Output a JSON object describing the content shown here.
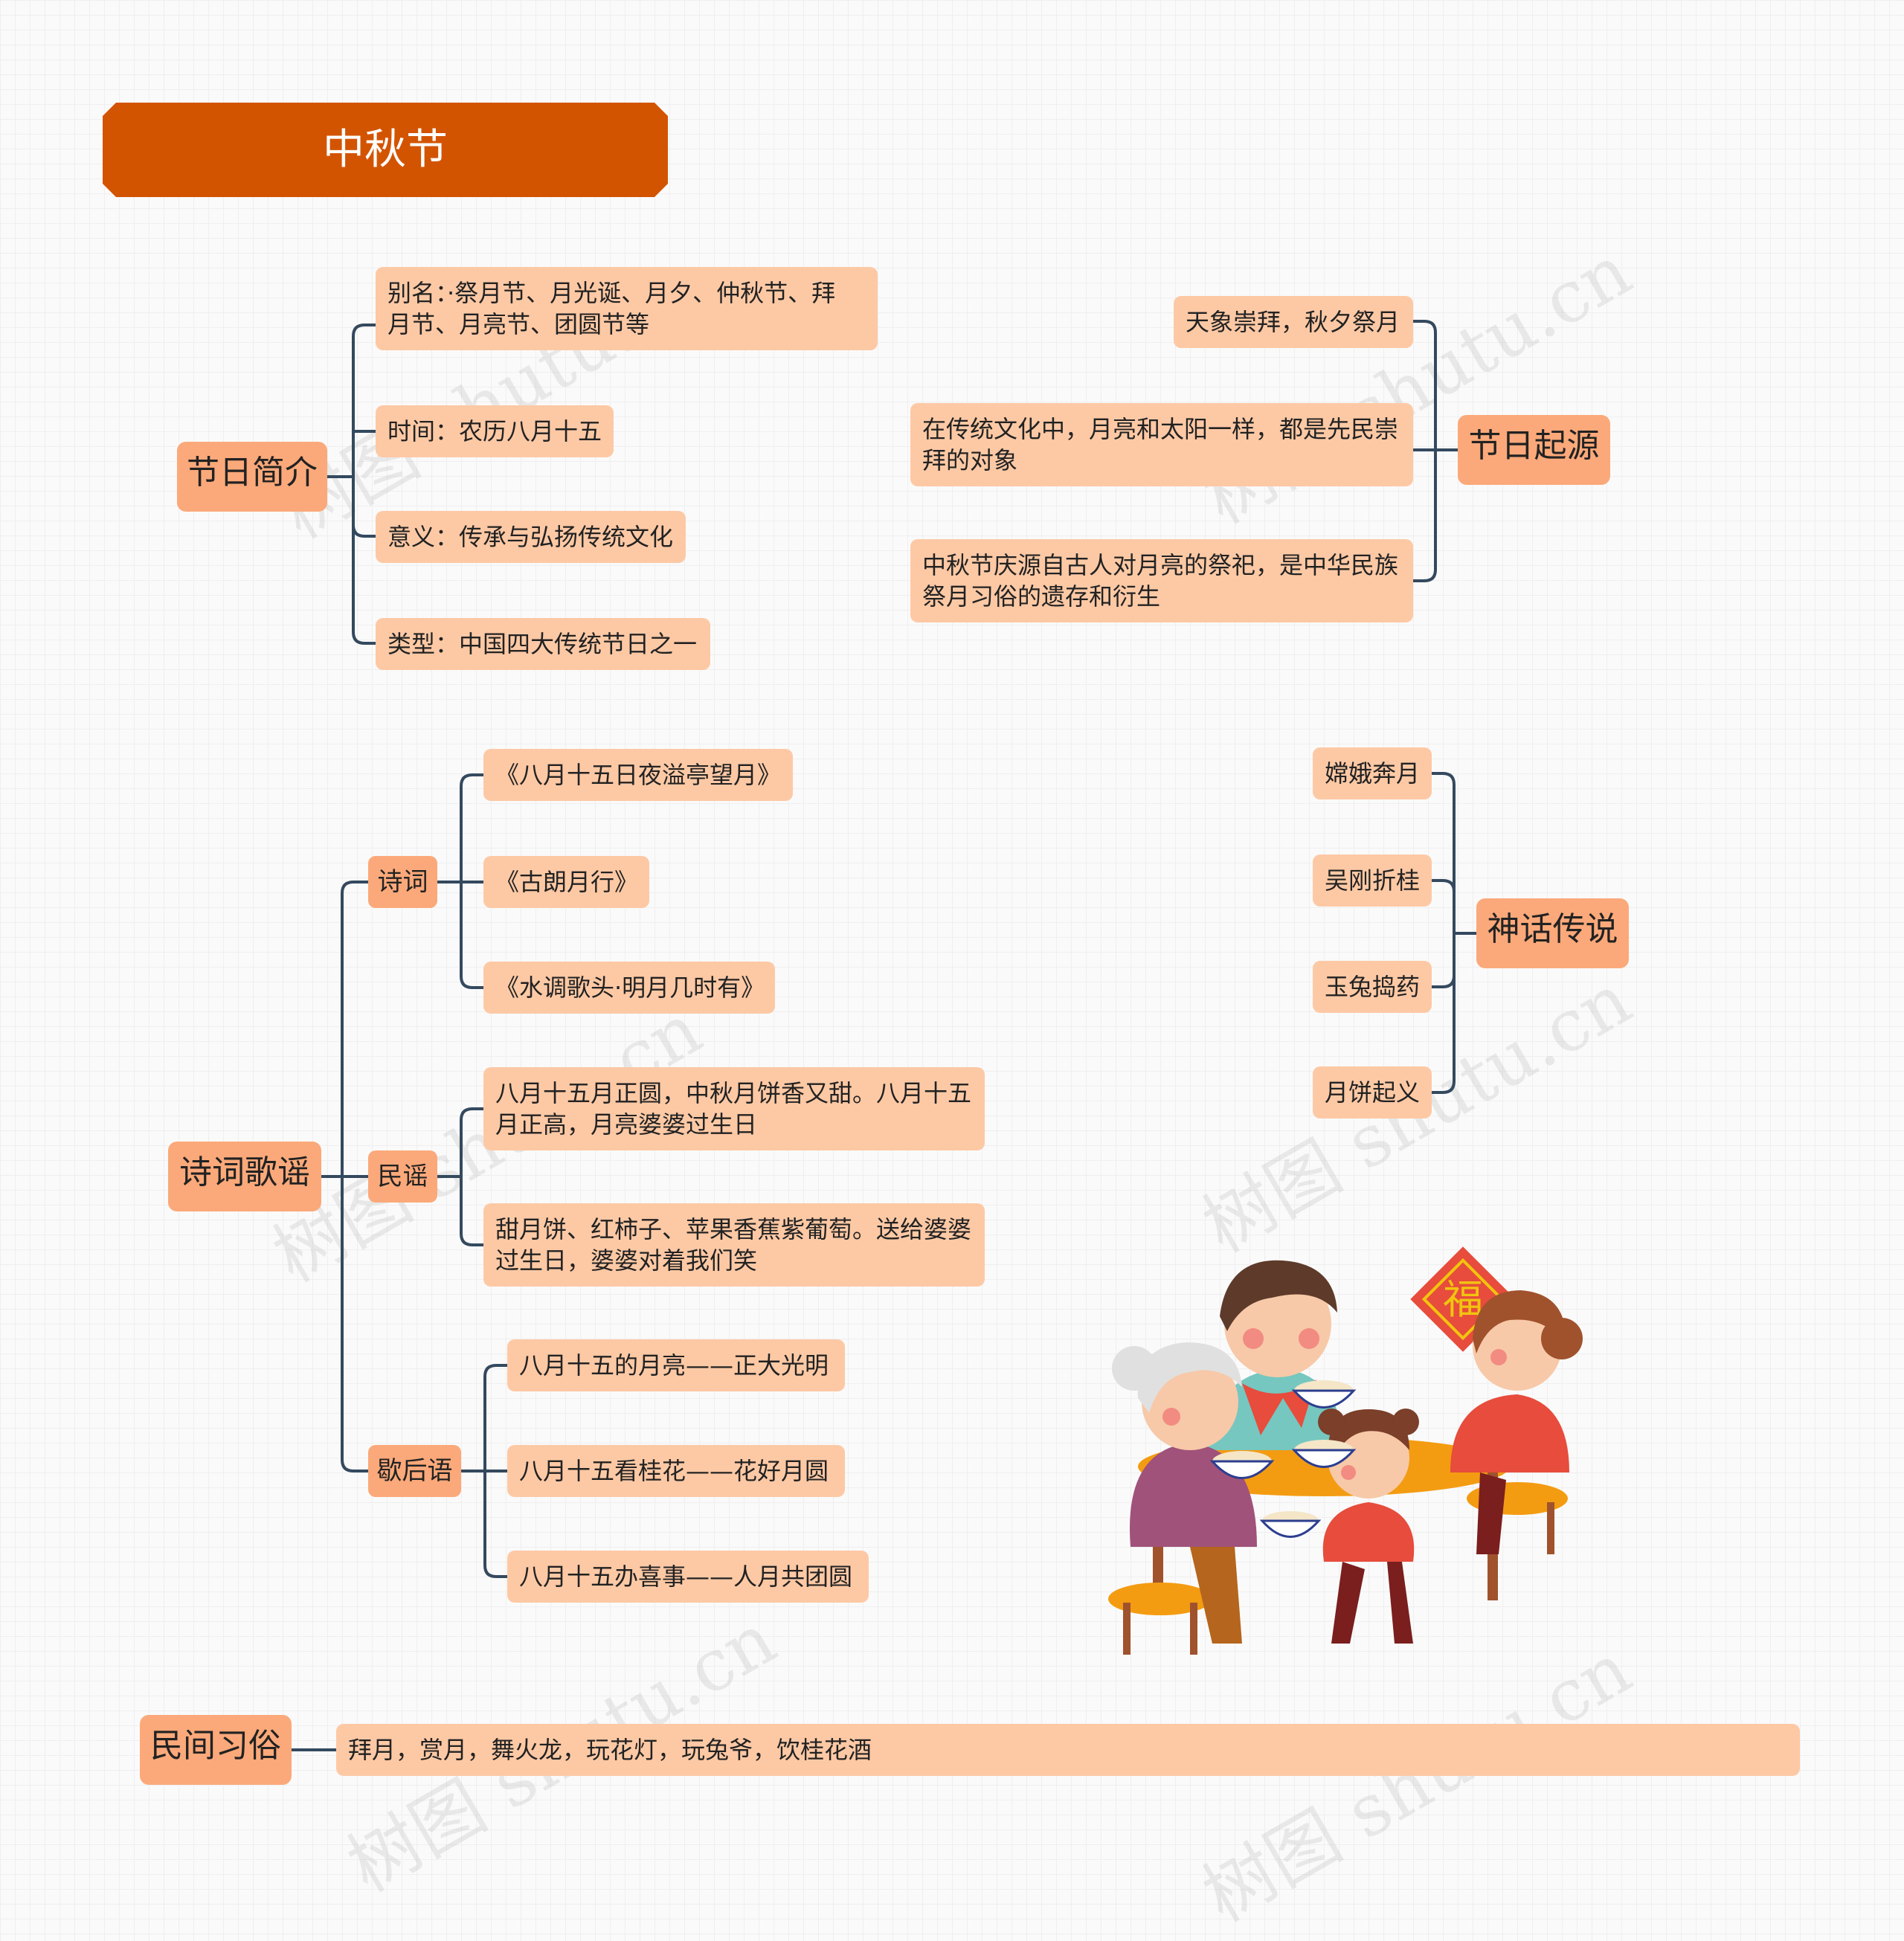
{
  "title": "中秋节",
  "intro": {
    "label": "节日简介",
    "items": [
      "别名：·祭月节、月光诞、月夕、仲秋节、拜\n月节、月亮节、团圆节等",
      "时间：农历八月十五",
      "意义：传承与弘扬传统文化",
      "类型：中国四大传统节日之一"
    ]
  },
  "origin": {
    "label": "节日起源",
    "items": [
      "天象崇拜，秋夕祭月",
      "在传统文化中，月亮和太阳一样，都是先民崇\n拜的对象",
      "中秋节庆源自古人对月亮的祭祀，是中华民族\n祭月习俗的遗存和衍生"
    ]
  },
  "poetry": {
    "label": "诗词歌谣",
    "groups": [
      {
        "label": "诗词",
        "items": [
          "《八月十五日夜溢亭望月》",
          "《古朗月行》",
          "《水调歌头·明月几时有》"
        ]
      },
      {
        "label": "民谣",
        "items": [
          "八月十五月正圆，中秋月饼香又甜。八月十五\n月正高，月亮婆婆过生日",
          "甜月饼、红柿子、苹果香蕉紫葡萄。送给婆婆\n过生日，婆婆对着我们笑"
        ]
      },
      {
        "label": "歇后语",
        "items": [
          "八月十五的月亮——正大光明",
          "八月十五看桂花——花好月圆",
          "八月十五办喜事——人月共团圆"
        ]
      }
    ]
  },
  "myth": {
    "label": "神话传说",
    "items": [
      "嫦娥奔月",
      "吴刚折桂",
      "玉兔捣药",
      "月饼起义"
    ]
  },
  "custom": {
    "label": "民间习俗",
    "items": [
      "拜月，赏月，舞火龙，玩花灯，玩兔爷，饮桂花酒"
    ]
  },
  "illustration": {
    "fu_char": "福"
  },
  "watermark": "树图 shutu.cn",
  "colors": {
    "title_bg": "#d35400",
    "branch_bg": "#fba97a",
    "leaf_bg": "#fdc9a5",
    "line": "#34495e"
  }
}
